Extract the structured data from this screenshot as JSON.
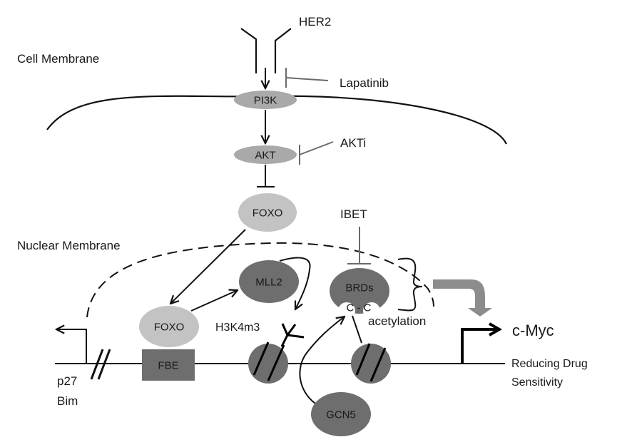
{
  "labels": {
    "her2": "HER2",
    "cell_membrane": "Cell Membrane",
    "lapatinib": "Lapatinib",
    "akti": "AKTi",
    "ibet": "IBET",
    "nuclear_membrane": "Nuclear Membrane",
    "h3k4m3": "H3K4m3",
    "acetylation": "acetylation",
    "cc": "C - C",
    "c_myc": "c-Myc",
    "reducing_1": "Reducing Drug",
    "reducing_2": "Sensitivity",
    "p27": "p27",
    "bim": "Bim"
  },
  "nodes": {
    "pi3k": "PI3K",
    "akt": "AKT",
    "foxo_cyto": "FOXO",
    "foxo_nuc": "FOXO",
    "mll2": "MLL2",
    "brds": "BRDs",
    "fbe": "FBE",
    "gcn5": "GCN5"
  },
  "colors": {
    "light_node": "#c3c3c3",
    "mid_node": "#a9a9a9",
    "dark_node": "#6e6e6e",
    "inhibitor_line": "#6a6a6a",
    "big_arrow": "#8c8c8c",
    "line": "#111111"
  }
}
